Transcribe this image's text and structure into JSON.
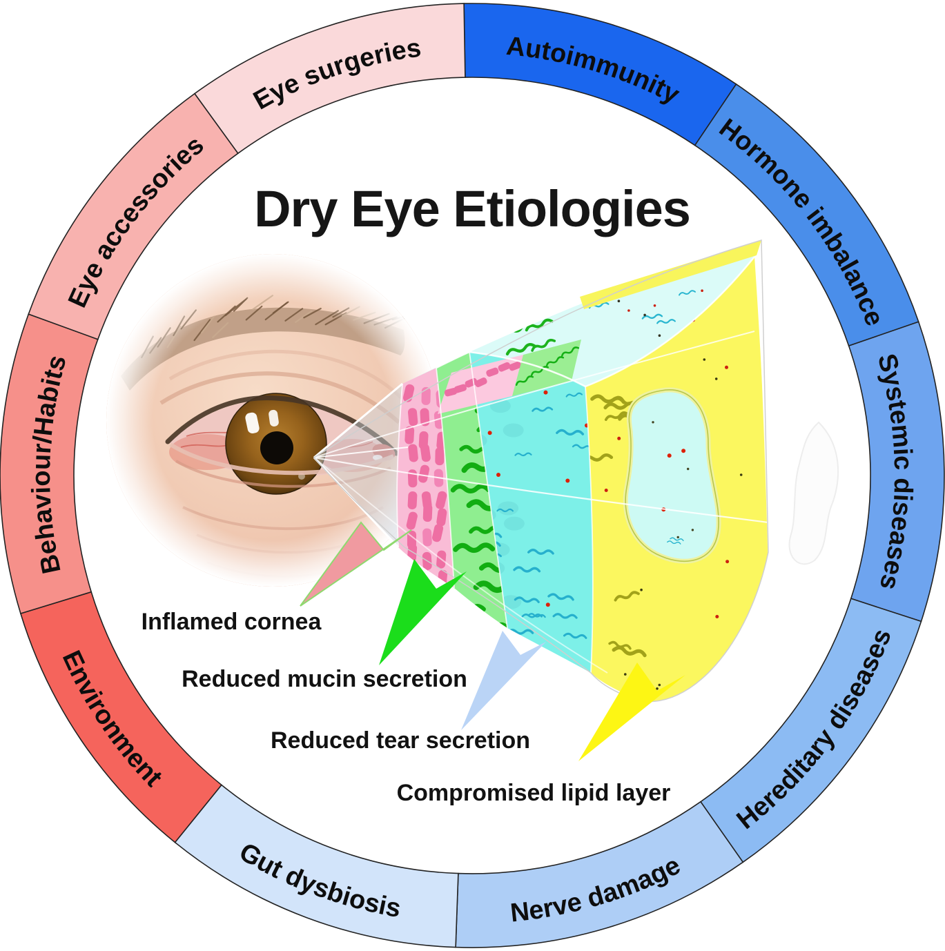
{
  "title": "Dry Eye Etiologies",
  "ring": {
    "outline_color": "#222222",
    "segments": [
      {
        "id": "autoimmunity",
        "label": "Autoimmunity",
        "color": "#1a66ee",
        "start": 359,
        "end": 394,
        "flip": false
      },
      {
        "id": "hormone-imbalance",
        "label": "Hormone imbalance",
        "color": "#4a8eea",
        "start": 34,
        "end": 71,
        "flip": false
      },
      {
        "id": "systemic-diseases",
        "label": "Systemic diseases",
        "color": "#6ea4ef",
        "start": 71,
        "end": 108,
        "flip": false
      },
      {
        "id": "hereditary-diseases",
        "label": "Hereditary diseases",
        "color": "#8cbbf3",
        "start": 108,
        "end": 145,
        "flip": true
      },
      {
        "id": "nerve-damage",
        "label": "Nerve damage",
        "color": "#aecef6",
        "start": 145,
        "end": 182,
        "flip": true
      },
      {
        "id": "gut-dysbiosis",
        "label": "Gut dysbiosis",
        "color": "#d2e4fa",
        "start": 182,
        "end": 219,
        "flip": true
      },
      {
        "id": "environment",
        "label": "Environment",
        "color": "#f5645c",
        "start": 219,
        "end": 253,
        "flip": true
      },
      {
        "id": "behaviour-habits",
        "label": "Behaviour/Habits",
        "color": "#f6908a",
        "start": 253,
        "end": 290,
        "flip": false
      },
      {
        "id": "eye-accessories",
        "label": "Eye accessories",
        "color": "#f8b2af",
        "start": 290,
        "end": 324,
        "flip": false
      },
      {
        "id": "eye-surgeries",
        "label": "Eye surgeries",
        "color": "#fad9da",
        "start": 324,
        "end": 359,
        "flip": false
      }
    ]
  },
  "callouts": [
    {
      "id": "inflamed-cornea",
      "label": "Inflamed cornea",
      "arrow_color": "#f09aa0"
    },
    {
      "id": "reduced-mucin-secretion",
      "label": "Reduced mucin secretion",
      "arrow_color": "#1bdd1b"
    },
    {
      "id": "reduced-tear-secretion",
      "label": "Reduced tear secretion",
      "arrow_color": "#bad4f6"
    },
    {
      "id": "compromised-lipid-layer",
      "label": "Compromised lipid layer",
      "arrow_color": "#fdf614"
    }
  ],
  "wedge_colors": {
    "epithelium": "#f9bcd6",
    "mucin": "#8fee90",
    "aqueous": "#7df0e8",
    "aqueous_top": "#dbfbf8",
    "lipid": "#fbf75f",
    "lipid_defect": "#cdfaf4"
  }
}
